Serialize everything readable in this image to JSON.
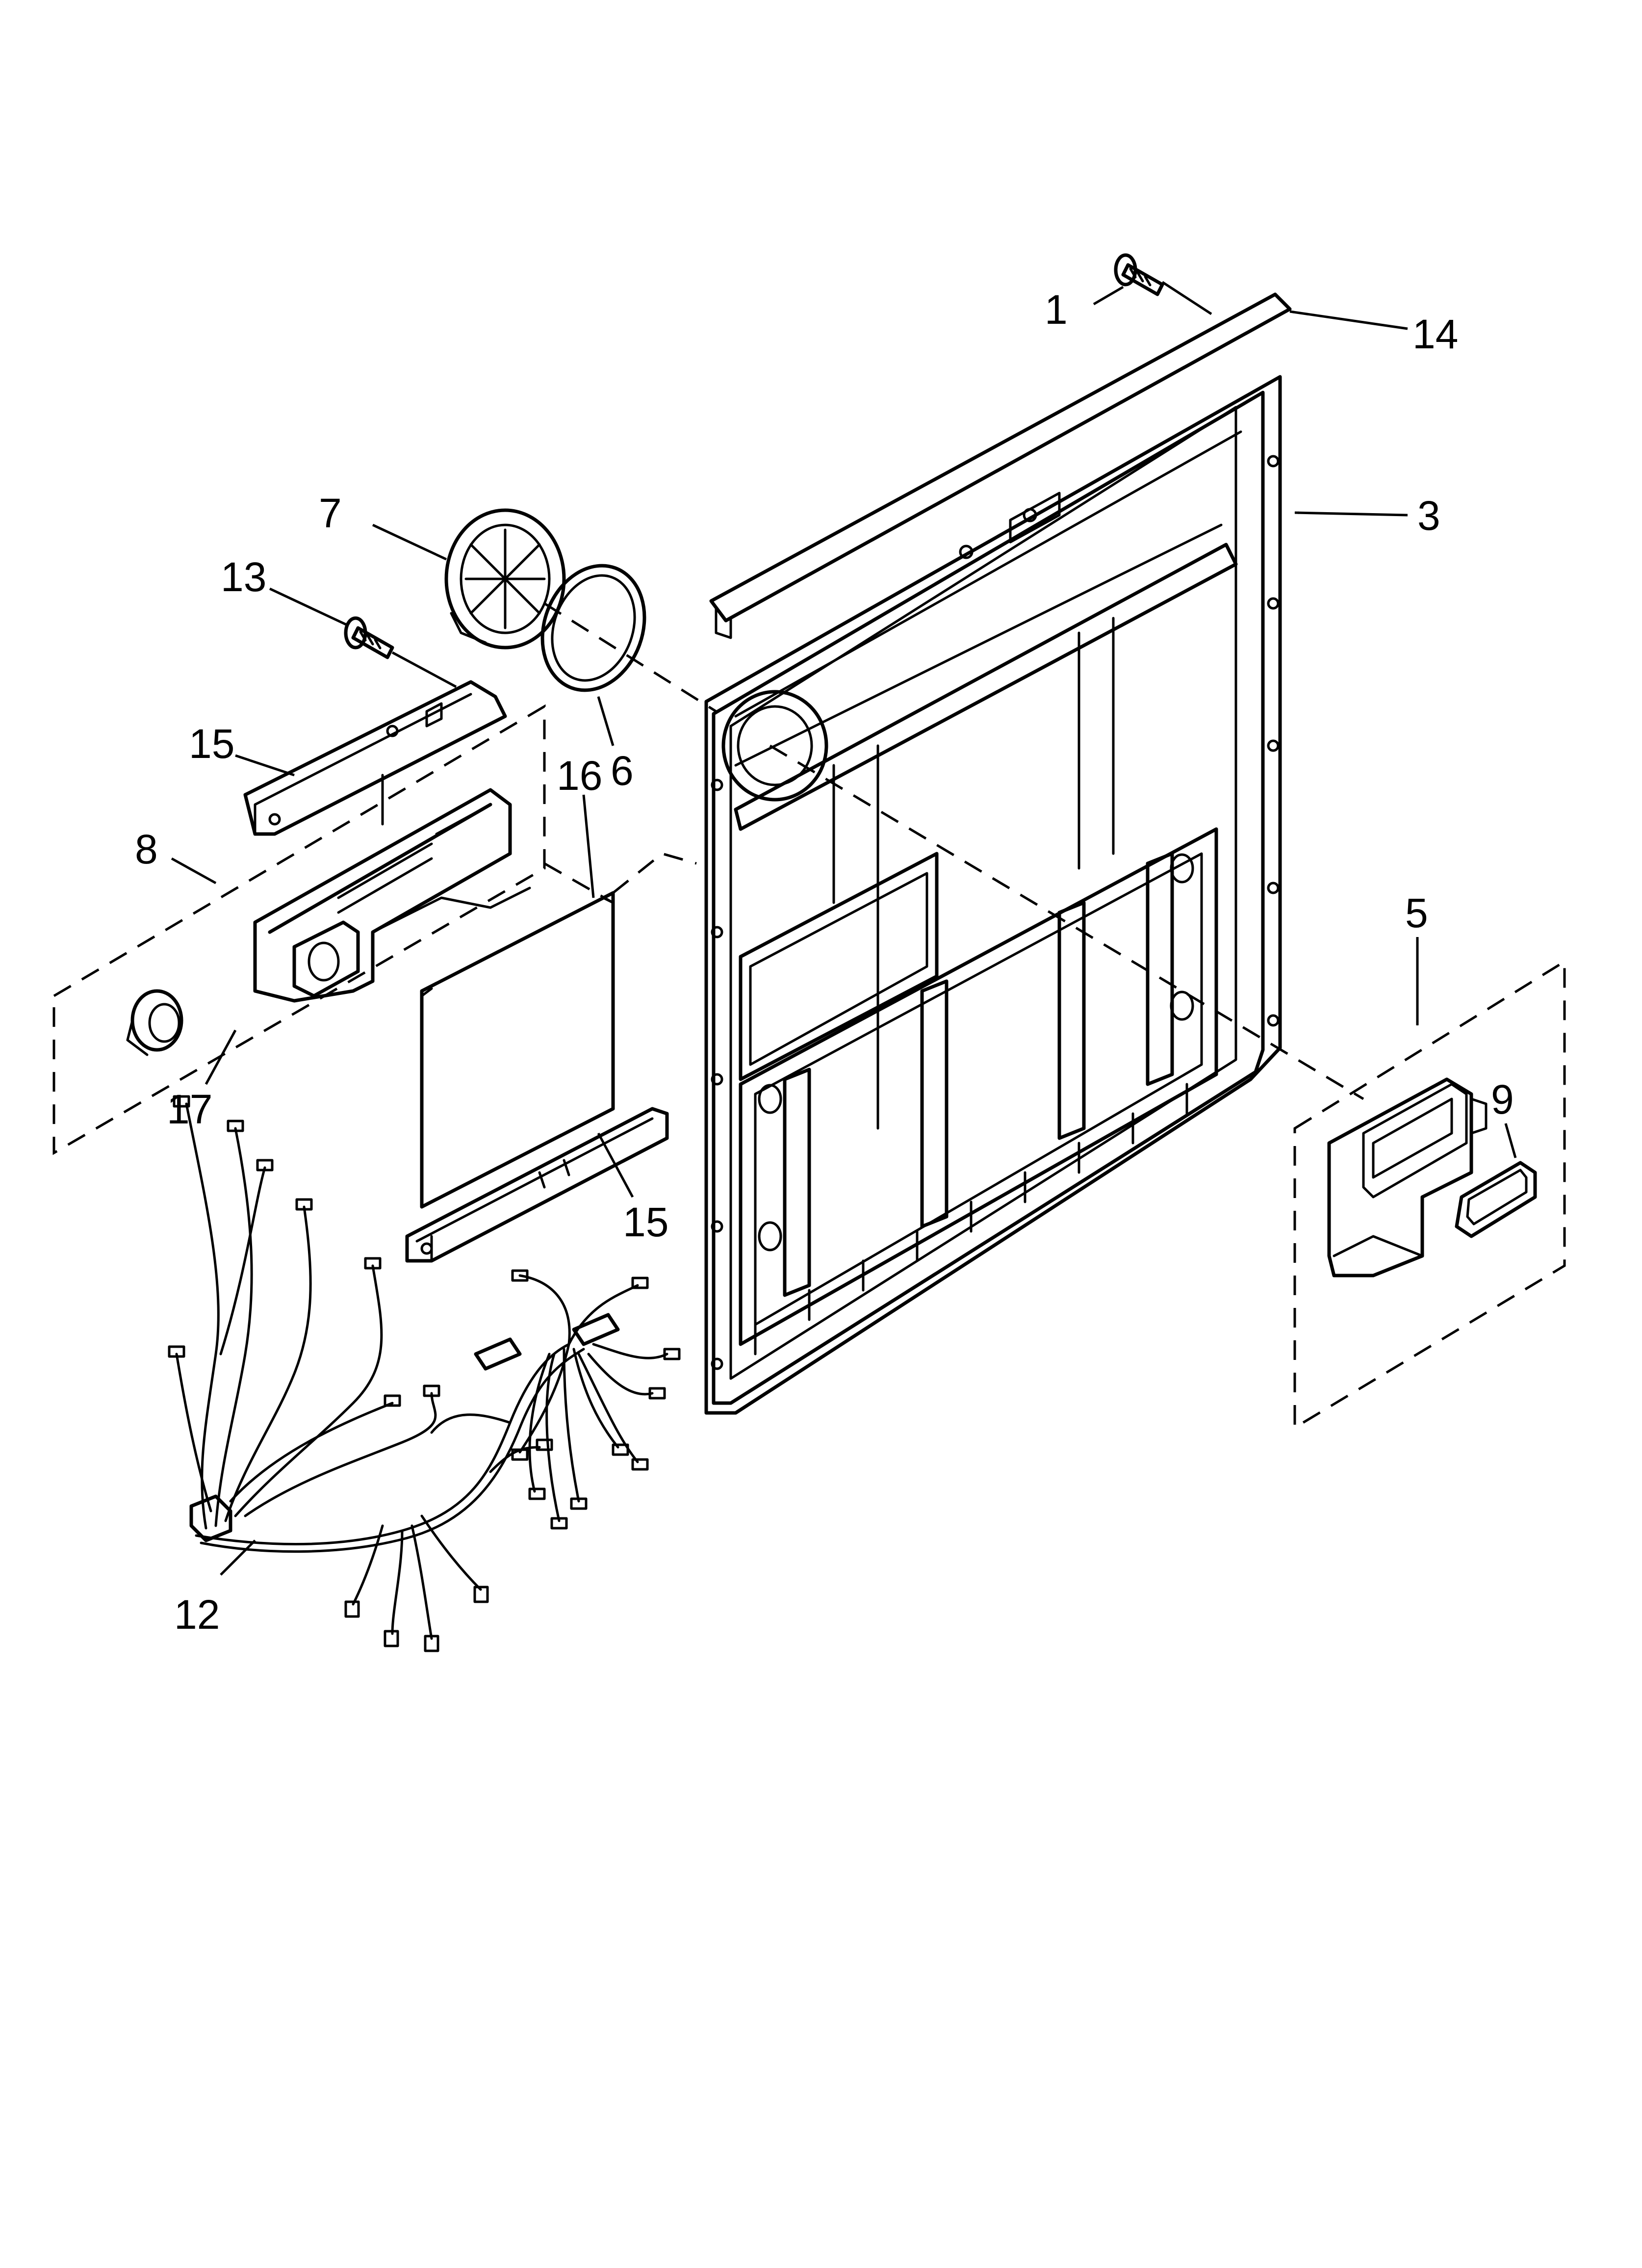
{
  "callouts": {
    "c1": "1",
    "c3": "3",
    "c5": "5",
    "c6": "6",
    "c7": "7",
    "c8": "8",
    "c9": "9",
    "c12": "12",
    "c13": "13",
    "c14": "14",
    "c15a": "15",
    "c15b": "15",
    "c16": "16",
    "c17": "17"
  },
  "colors": {
    "line": "#000000",
    "background": "#ffffff"
  }
}
